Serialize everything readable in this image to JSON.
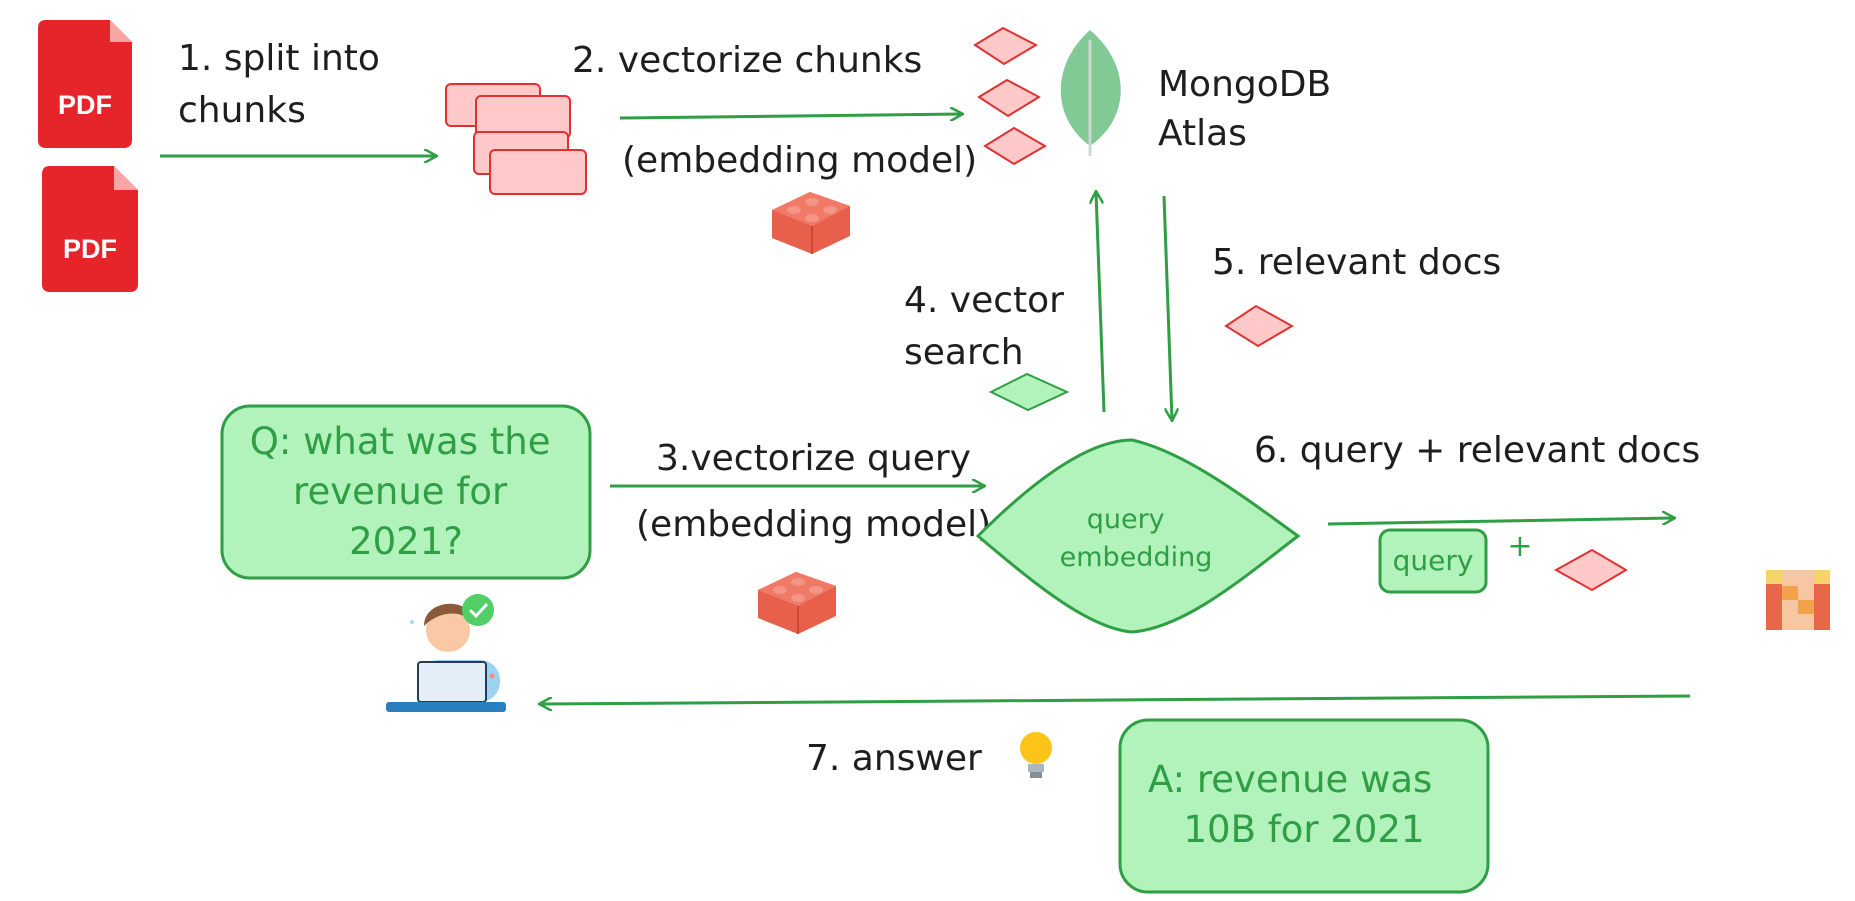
{
  "pdf_icon_label": "PDF",
  "steps": {
    "split": [
      "1. split into",
      "chunks"
    ],
    "vectorize_chunks": "2. vectorize chunks",
    "embedding_model_1": "(embedding model)",
    "db_name": [
      "MongoDB",
      "Atlas"
    ],
    "vector_search": [
      "4. vector",
      "search"
    ],
    "relevant_docs": "5. relevant docs",
    "vectorize_query": "3.vectorize query",
    "embedding_model_2": "(embedding model)",
    "query_embedding": [
      "query",
      "embedding"
    ],
    "query_plus_docs": "6. query + relevant docs",
    "query_chip": "query",
    "plus": "+",
    "answer": "7. answer"
  },
  "question": [
    "Q: what was the",
    "revenue for",
    "2021?"
  ],
  "answer_box": [
    "A: revenue was",
    "10B for 2021"
  ],
  "icons": [
    "pdf-icon",
    "chunk-stack-icon",
    "lego-brick-icon",
    "mongodb-leaf-icon",
    "user-laptop-icon",
    "lightbulb-icon",
    "mistral-logo-icon"
  ],
  "colors": {
    "pdf_red": "#e5252a",
    "chunk_fill": "#ffc9c9",
    "chunk_stroke": "#e03131",
    "arrow_green": "#2f9e44",
    "box_fill": "#b2f2bb",
    "leaf_green": "#81c995",
    "lego": "#e8604c"
  }
}
